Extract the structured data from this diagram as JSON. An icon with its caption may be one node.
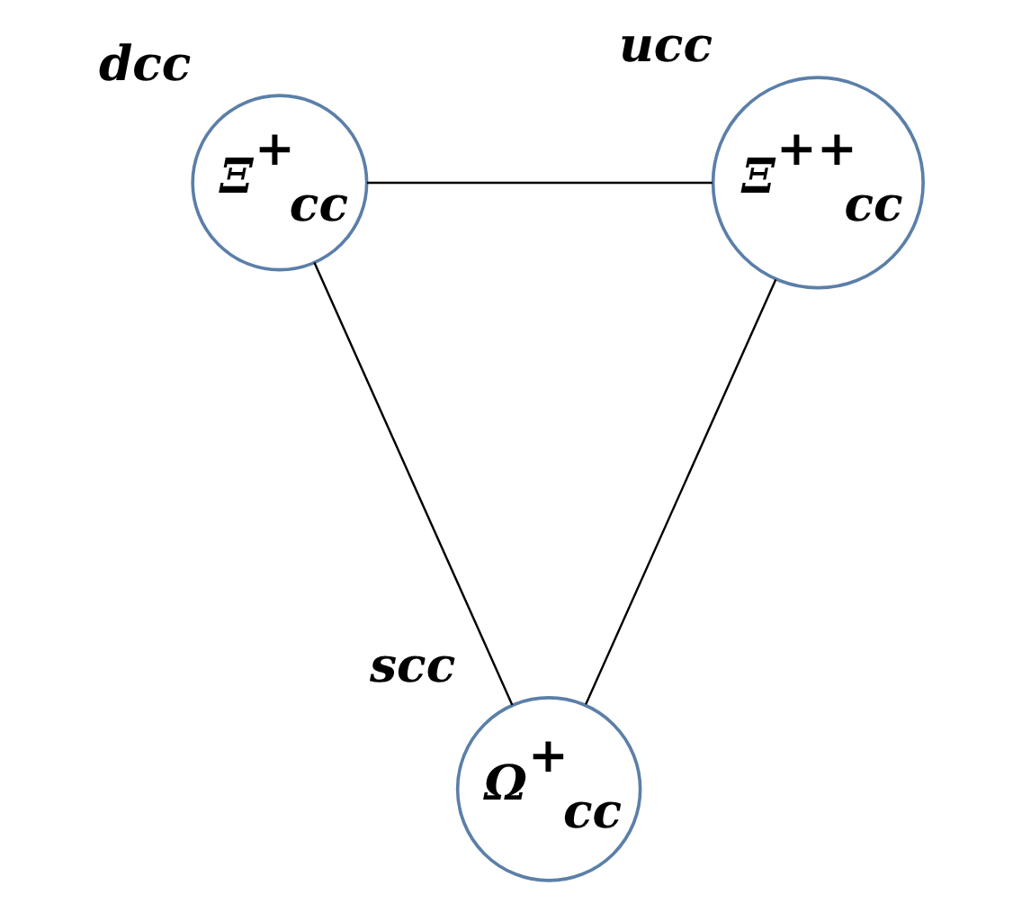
{
  "diagram": {
    "nodes": [
      {
        "text": [
          "Ξ$^{+}$$_{cc}$"
        ],
        "beside": [
          "dcc"
        ]
      },
      {
        "text": [
          "Ξ$^{++}$$_{cc}$"
        ],
        "beside": [
          "ucc"
        ]
      },
      {
        "text": [
          "Ω$^{+}$$_{cc}$"
        ],
        "beside": [
          "scc"
        ]
      }
    ],
    "edges": [
      {
        "from": 0,
        "to": 1,
        "arrow": "none"
      },
      {
        "from": 1,
        "to": 2,
        "arrow": "none"
      },
      {
        "from": 2,
        "to": 0,
        "arrow": "none"
      }
    ]
  }
}
